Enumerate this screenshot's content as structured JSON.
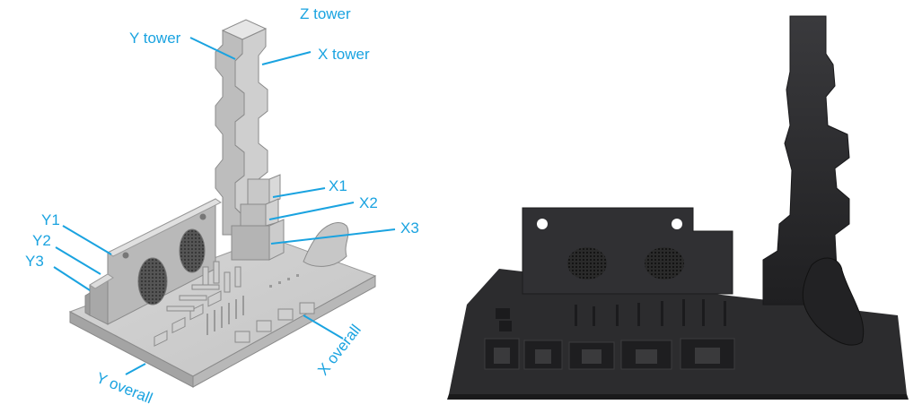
{
  "labels": {
    "z_tower": "Z tower",
    "y_tower": "Y tower",
    "x_tower": "X tower",
    "x1": "X1",
    "x2": "X2",
    "x3": "X3",
    "y1": "Y1",
    "y2": "Y2",
    "y3": "Y3",
    "x_overall": "X overall",
    "y_overall": "Y overall"
  },
  "colors": {
    "label": "#1aa3e0",
    "render_light": "#d2d2d2",
    "render_mid": "#b4b4b4",
    "render_dark": "#8e8e8e",
    "print_black": "#2a2a2c"
  }
}
